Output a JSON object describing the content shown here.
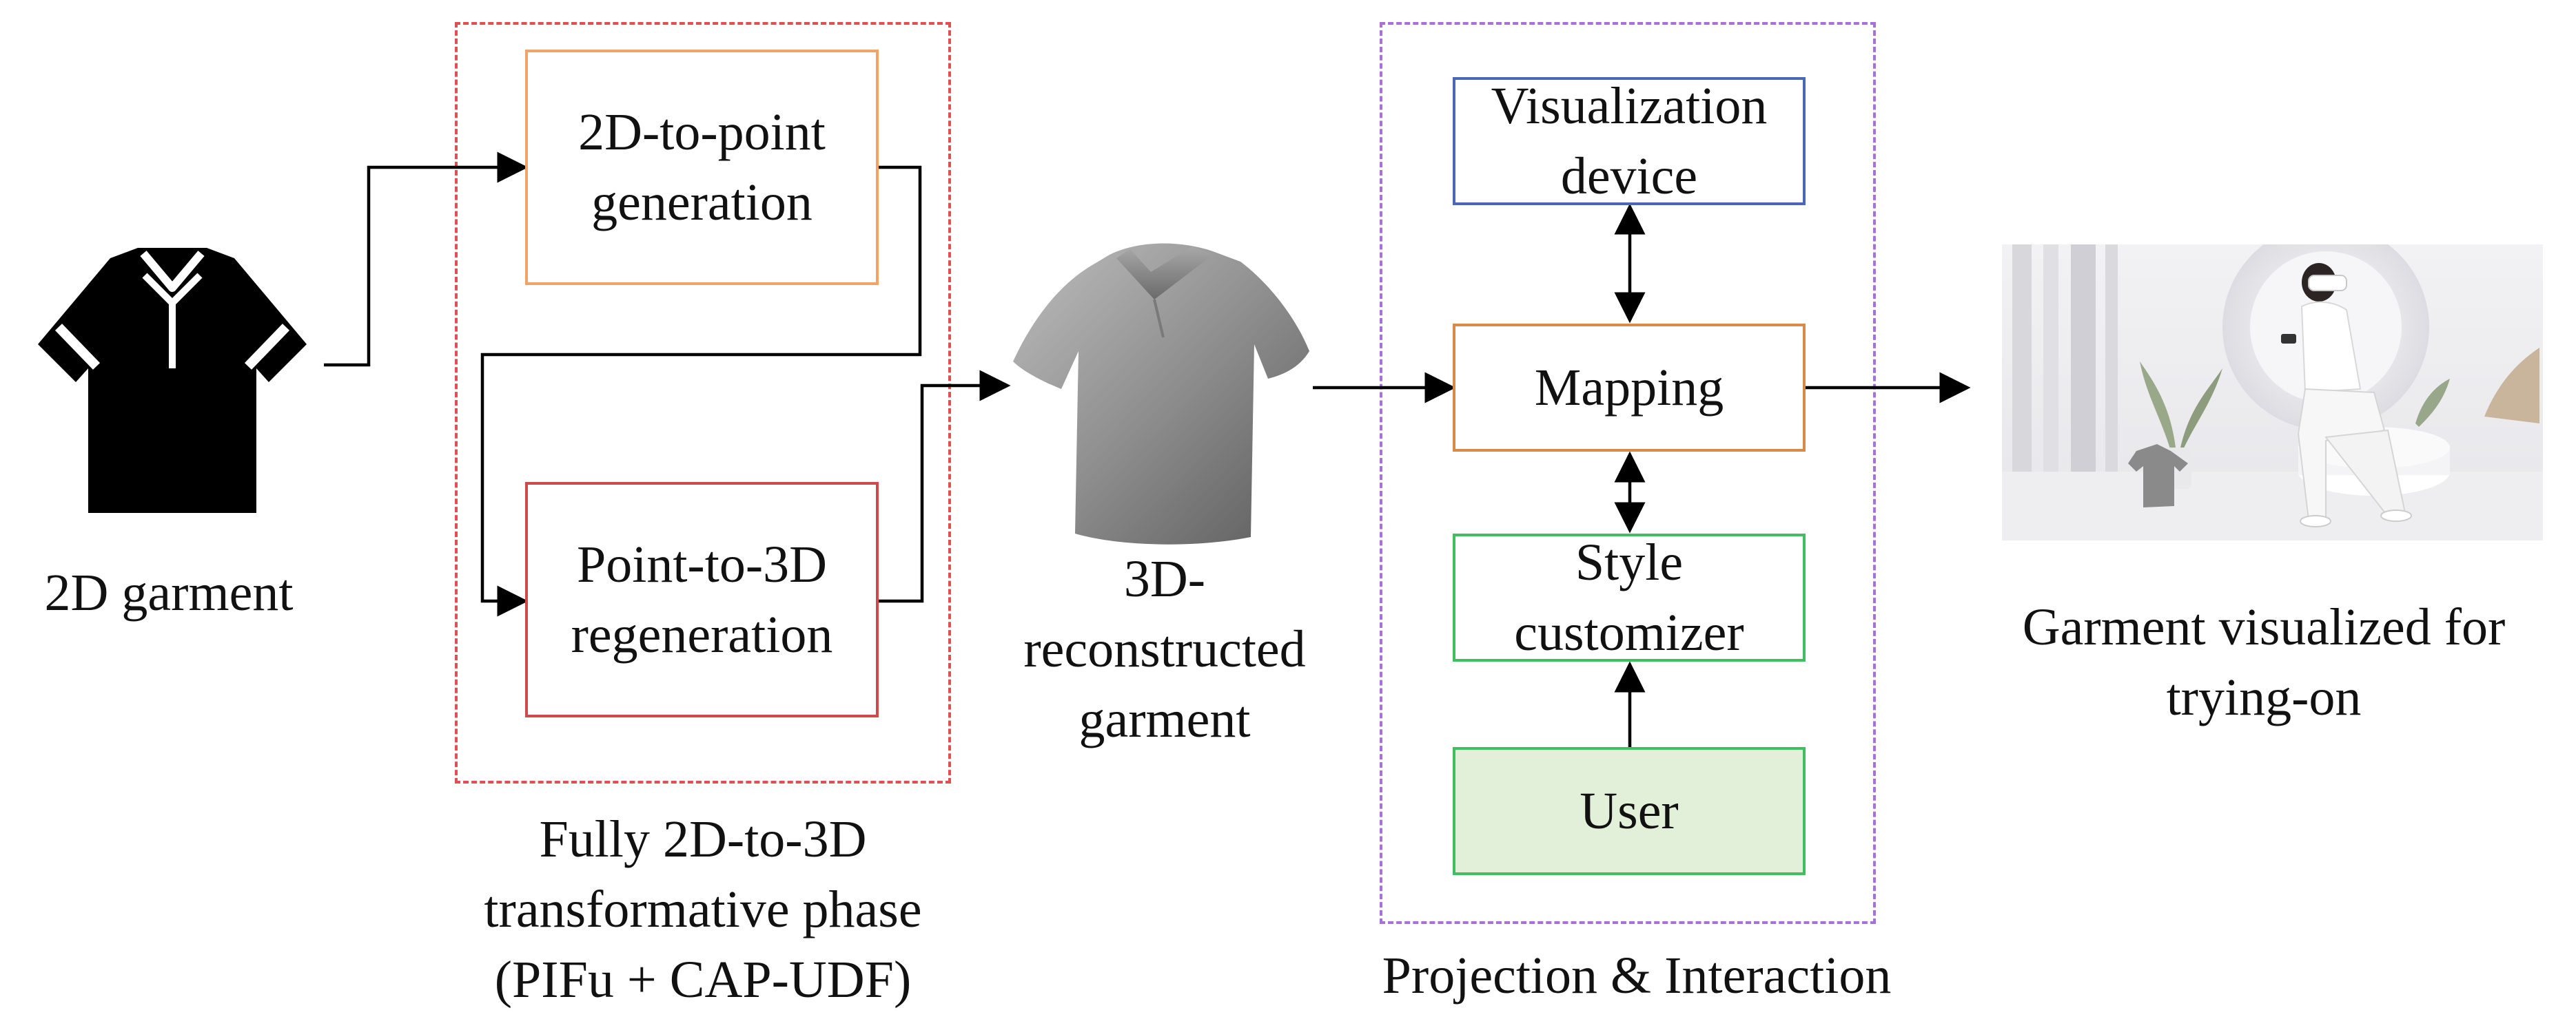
{
  "colors": {
    "phase_group": "#e05050",
    "projection_group": "#a970d9",
    "box_2d_to_point": "#f2a468",
    "box_point_to_3d": "#d04a4a",
    "box_visualization": "#4a67b8",
    "box_mapping": "#d98a46",
    "box_style": "#3fbf60",
    "box_user": "#3fbf60",
    "user_fill": "#e2f0d9",
    "arrow": "#000000"
  },
  "input": {
    "label": "2D garment",
    "icon": "shirt-icon"
  },
  "phase": {
    "box1_line1": "2D-to-point",
    "box1_line2": "generation",
    "box2_line1": "Point-to-3D",
    "box2_line2": "regeneration",
    "caption_line1": "Fully 2D-to-3D",
    "caption_line2": "transformative phase",
    "caption_line3": "(PIFu + CAP-UDF)"
  },
  "reconstructed": {
    "icon": "3d-shirt-icon",
    "line1": "3D-",
    "line2": "reconstructed",
    "line3": "garment"
  },
  "projection": {
    "visualization_line1": "Visualization",
    "visualization_line2": "device",
    "mapping": "Mapping",
    "style_line1": "Style",
    "style_line2": "customizer",
    "user": "User",
    "caption": "Projection &  Interaction"
  },
  "output": {
    "image": "vr-user-scene",
    "line1": "Garment visualized for",
    "line2": "trying-on"
  }
}
